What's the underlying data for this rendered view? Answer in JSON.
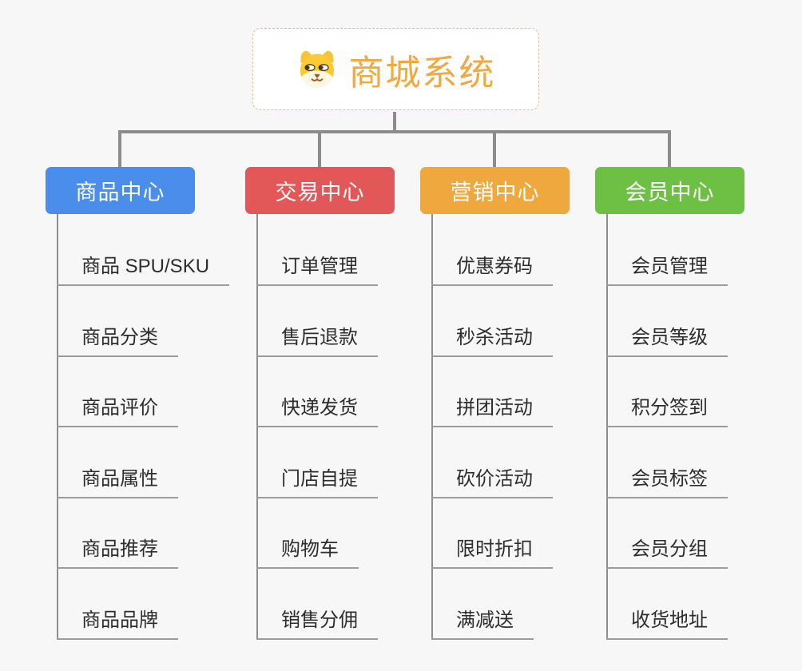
{
  "page": {
    "background_color": "#f7f7f7",
    "connector_color": "#8c8c8c"
  },
  "root": {
    "label": "商城系统",
    "icon": "dog-icon",
    "text_color": "#f0a840",
    "border_color": "#f2bc6b"
  },
  "branches": [
    {
      "label": "商品中心",
      "color": "#4a8dea",
      "items": [
        "商品 SPU/SKU",
        "商品分类",
        "商品评价",
        "商品属性",
        "商品推荐",
        "商品品牌"
      ]
    },
    {
      "label": "交易中心",
      "color": "#e25858",
      "items": [
        "订单管理",
        "售后退款",
        "快递发货",
        "门店自提",
        "购物车",
        "销售分佣"
      ]
    },
    {
      "label": "营销中心",
      "color": "#efa83d",
      "items": [
        "优惠券码",
        "秒杀活动",
        "拼团活动",
        "砍价活动",
        "限时折扣",
        "满减送"
      ]
    },
    {
      "label": "会员中心",
      "color": "#6dc044",
      "items": [
        "会员管理",
        "会员等级",
        "积分签到",
        "会员标签",
        "会员分组",
        "收货地址"
      ]
    }
  ]
}
